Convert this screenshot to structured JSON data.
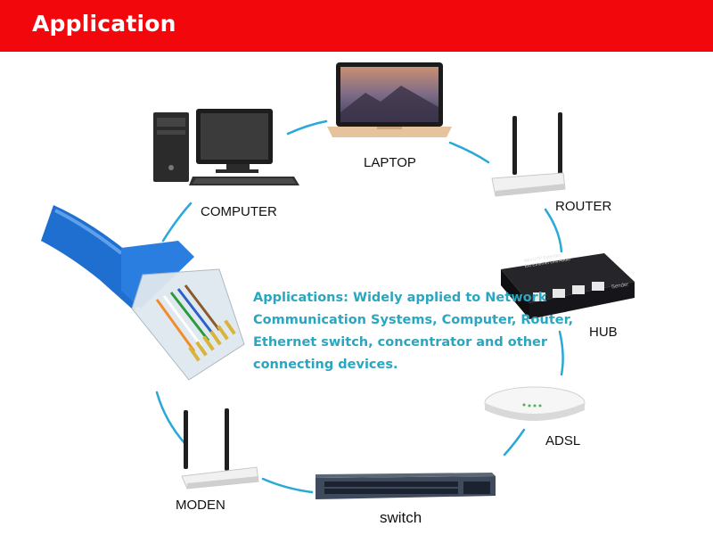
{
  "banner": {
    "title": "Application"
  },
  "nodes": {
    "laptop": "LAPTOP",
    "computer": "COMPUTER",
    "router": "ROUTER",
    "hub": "HUB",
    "adsl": "ADSL",
    "switch": "switch",
    "modem": "MODEN"
  },
  "hub_device": {
    "line1": "Mini UTP Extender",
    "line2": "Ext Ethernet Unit Audio",
    "brand": "Sender"
  },
  "description": [
    "Applications: Widely applied to Network",
    "Communication Systems, Computer, Router,",
    "Ethernet switch, concentrator and other",
    "connecting devices."
  ],
  "colors": {
    "banner": "#f2070c",
    "ring": "#29a9d6",
    "description": "#2aa6c0",
    "cable": "#1f6fd1"
  }
}
